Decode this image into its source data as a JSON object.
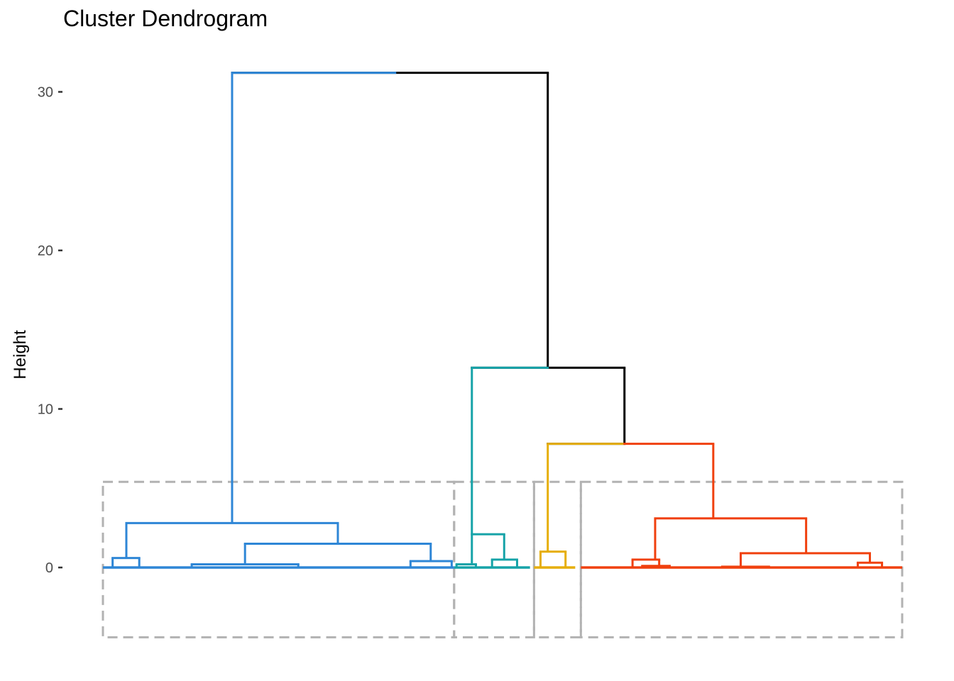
{
  "chart_data": {
    "type": "dendrogram",
    "title": "Cluster Dendrogram",
    "xlabel": "",
    "ylabel": "Height",
    "ylim": [
      -4.4,
      31.4
    ],
    "y_ticks": [
      0,
      10,
      20,
      30
    ],
    "y_tick_labels": [
      "0",
      "10",
      "20",
      "30"
    ],
    "grid": false,
    "leaf_x_range": [
      1,
      100
    ],
    "colors": {
      "cluster_1": "#2E86D6",
      "cluster_2": "#16A3A8",
      "cluster_3": "#E6AE06",
      "cluster_4": "#F0400E",
      "upper": "#000000",
      "rect": "#B2B2B2"
    },
    "rect_bottom": -4.4,
    "rect_top": 5.4,
    "clusters": [
      {
        "name": "cluster_1",
        "color_key": "cluster_1",
        "x_start": 1,
        "x_end": 44.5
      },
      {
        "name": "cluster_2",
        "color_key": "cluster_2",
        "x_start": 44.5,
        "x_end": 54.4
      },
      {
        "name": "cluster_3",
        "color_key": "cluster_3",
        "x_start": 54.4,
        "x_end": 60.2
      },
      {
        "name": "cluster_4",
        "color_key": "cluster_4",
        "x_start": 60.2,
        "x_end": 100
      }
    ],
    "merges": [
      {
        "xl": 17.0,
        "xr": 56.1,
        "h_top": 31.2,
        "h_left": 31.2,
        "h_right": 12.6,
        "color_key": "upper"
      },
      {
        "xl": 17.0,
        "xr": 37.2,
        "h_top": 31.2,
        "h_left": 2.8,
        "h_right": 31.2,
        "color_key": "cluster_1"
      },
      {
        "xl": 46.7,
        "xr": 65.6,
        "h_top": 12.6,
        "h_left": 12.6,
        "h_right": 7.8,
        "color_key": "upper"
      },
      {
        "xl": 46.7,
        "xr": 56.1,
        "h_top": 12.6,
        "h_left": 2.1,
        "h_right": 12.6,
        "color_key": "cluster_2"
      },
      {
        "xl": 56.1,
        "xr": 65.6,
        "h_top": 7.8,
        "h_left": 7.8,
        "h_right": 7.8,
        "color_key": "upper"
      },
      {
        "xl": 56.1,
        "xr": 65.6,
        "h_top": 7.8,
        "h_left": 1.0,
        "h_right": 7.8,
        "color_key": "cluster_3"
      },
      {
        "xl": 65.6,
        "xr": 76.6,
        "h_top": 7.8,
        "h_left": 7.8,
        "h_right": 3.1,
        "color_key": "cluster_4"
      },
      {
        "xl": 3.9,
        "xr": 30.1,
        "h_top": 2.8,
        "h_left": 0.6,
        "h_right": 1.5,
        "color_key": "cluster_1"
      },
      {
        "xl": 2.2,
        "xr": 5.5,
        "h_top": 0.6,
        "h_left": 0.05,
        "h_right": 0.05,
        "color_key": "cluster_1"
      },
      {
        "xl": 18.6,
        "xr": 41.6,
        "h_top": 1.5,
        "h_left": 0.2,
        "h_right": 0.4,
        "color_key": "cluster_1"
      },
      {
        "xl": 39.1,
        "xr": 44.2,
        "h_top": 0.4,
        "h_left": 0.0,
        "h_right": 0.0,
        "color_key": "cluster_1"
      },
      {
        "xl": 12.0,
        "xr": 25.2,
        "h_top": 0.2,
        "h_left": 0.0,
        "h_right": 0.0,
        "color_key": "cluster_1"
      },
      {
        "xl": 46.7,
        "xr": 50.7,
        "h_top": 2.1,
        "h_left": 0.2,
        "h_right": 0.5,
        "color_key": "cluster_2"
      },
      {
        "xl": 44.8,
        "xr": 47.2,
        "h_top": 0.2,
        "h_left": 0.0,
        "h_right": 0.0,
        "color_key": "cluster_2"
      },
      {
        "xl": 49.2,
        "xr": 52.3,
        "h_top": 0.5,
        "h_left": 0.0,
        "h_right": 0.0,
        "color_key": "cluster_2"
      },
      {
        "xl": 55.2,
        "xr": 58.3,
        "h_top": 1.0,
        "h_left": 0.0,
        "h_right": 0.0,
        "color_key": "cluster_3"
      },
      {
        "xl": 69.4,
        "xr": 88.1,
        "h_top": 3.1,
        "h_left": 0.5,
        "h_right": 0.9,
        "color_key": "cluster_4"
      },
      {
        "xl": 66.6,
        "xr": 69.9,
        "h_top": 0.5,
        "h_left": 0.0,
        "h_right": 0.0,
        "color_key": "cluster_4"
      },
      {
        "xl": 80.0,
        "xr": 96.0,
        "h_top": 0.9,
        "h_left": 0.05,
        "h_right": 0.3,
        "color_key": "cluster_4"
      },
      {
        "xl": 94.5,
        "xr": 97.5,
        "h_top": 0.3,
        "h_left": 0.0,
        "h_right": 0.0,
        "color_key": "cluster_4"
      },
      {
        "xl": 67.8,
        "xr": 71.2,
        "h_top": 0.1,
        "h_left": 0.0,
        "h_right": 0.0,
        "color_key": "cluster_4"
      },
      {
        "xl": 77.7,
        "xr": 83.5,
        "h_top": 0.05,
        "h_left": 0.0,
        "h_right": 0.0,
        "color_key": "cluster_4"
      }
    ],
    "leaf_segments": [
      {
        "x_start": 1,
        "x_end": 44.5,
        "color_key": "cluster_1"
      },
      {
        "x_start": 44.5,
        "x_end": 53.9,
        "color_key": "cluster_2"
      },
      {
        "x_start": 54.4,
        "x_end": 59.5,
        "color_key": "cluster_3"
      },
      {
        "x_start": 60.2,
        "x_end": 100,
        "color_key": "cluster_4"
      }
    ]
  }
}
